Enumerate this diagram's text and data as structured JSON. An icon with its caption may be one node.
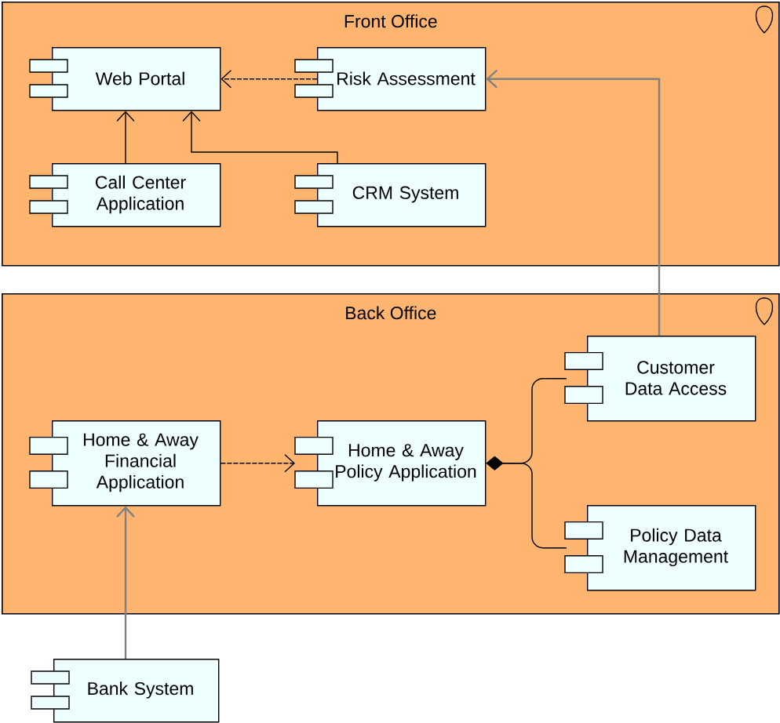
{
  "diagram": {
    "nodes": [
      {
        "text": [
          "Front Office"
        ]
      },
      {
        "text": [
          "Web Portal"
        ],
        "in": 0
      },
      {
        "text": [
          "Risk Assessment"
        ],
        "in": 0
      },
      {
        "text": [
          "Call Center Application"
        ],
        "in": 0
      },
      {
        "text": [
          "CRM System"
        ],
        "in": 0
      },
      {
        "text": [
          "Back Office"
        ]
      },
      {
        "text": [
          "Home & Away Financial Application"
        ],
        "in": 5
      },
      {
        "text": [
          "Home & Away Policy Application"
        ],
        "in": 5
      },
      {
        "text": [
          "Customer Data Access"
        ],
        "in": 5
      },
      {
        "text": [
          "Policy Data Management"
        ],
        "in": 5
      },
      {
        "text": [
          "Bank System"
        ]
      }
    ],
    "edges": [
      {
        "from": 2,
        "to": 1,
        "arrow": "to",
        "style": "dashed"
      },
      {
        "from": 3,
        "to": 1,
        "arrow": "to"
      },
      {
        "from": 4,
        "to": 1,
        "arrow": "to"
      },
      {
        "from": 8,
        "to": 2,
        "arrow": "to",
        "color": "#808080"
      },
      {
        "from": 6,
        "to": 7,
        "arrow": "to",
        "style": "dashed"
      },
      {
        "from": 7,
        "to": 8,
        "arrow": "other"
      },
      {
        "from": 7,
        "to": 9,
        "arrow": "other"
      },
      {
        "from": 10,
        "to": 6,
        "arrow": "to",
        "color": "#808080"
      }
    ]
  }
}
